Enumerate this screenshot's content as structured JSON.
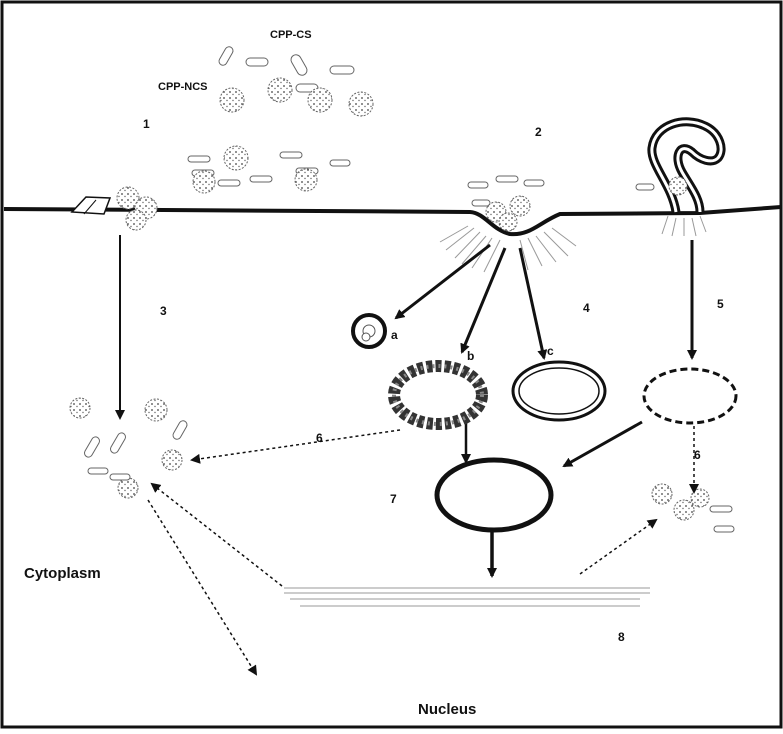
{
  "labels": {
    "cpp_cs": "CPP-CS",
    "cpp_ncs": "CPP-NCS",
    "cytoplasm": "Cytoplasm",
    "nucleus": "Nucleus",
    "n1": "1",
    "n2": "2",
    "n3": "3",
    "n4": "4",
    "n5": "5",
    "n6a": "6",
    "n6b": "6",
    "n7": "7",
    "n8": "8",
    "la": "a",
    "lb": "b",
    "lc": "c"
  },
  "colors": {
    "ink": "#111111",
    "membrane": "#111111",
    "background": "#ffffff",
    "vesicle_fill": "#666666"
  }
}
